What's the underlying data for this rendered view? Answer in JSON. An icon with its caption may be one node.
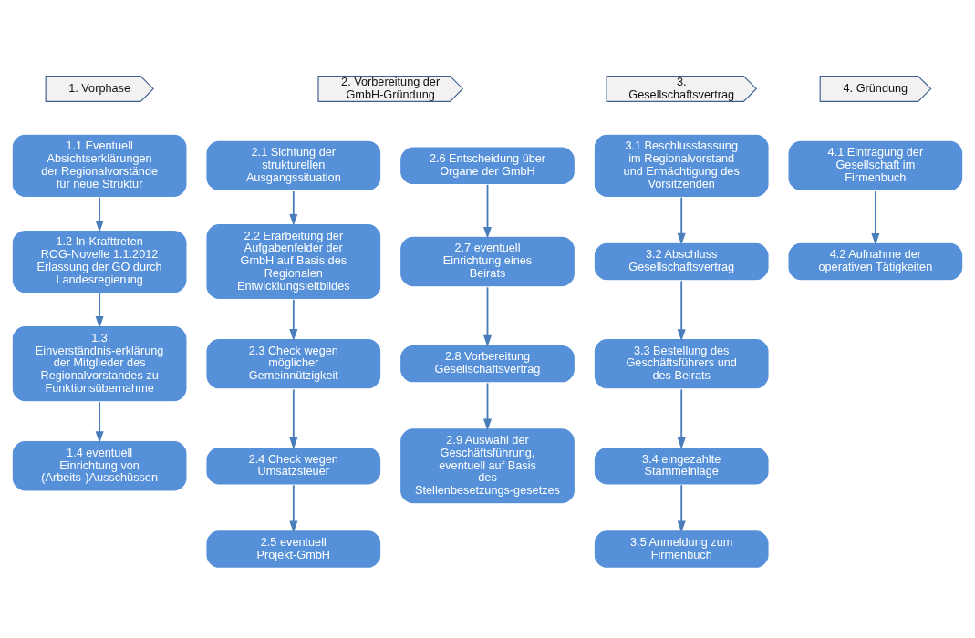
{
  "diagram": {
    "nodes": [
      {
        "text": [
          "1. Vorphase"
        ]
      },
      {
        "text": [
          "2. Vorbereitung der GmbH-Gründung"
        ]
      },
      {
        "text": [
          "3. Gesellschaftsvertrag"
        ]
      },
      {
        "text": [
          "4. Gründung"
        ]
      },
      {
        "text": [
          "1.1 Eventuell Absichtserklärungen der Regionalvorstände für neue Struktur"
        ]
      },
      {
        "text": [
          "1.2 In-Krafttreten ROG-Novelle 1.1.2012 Erlassung der GO durch Landesregierung"
        ]
      },
      {
        "text": [
          "1.3 Einverständnis-erklärung der Mitglieder des Regionalvorstandes zu Funktionsübernahme"
        ]
      },
      {
        "text": [
          "1.4 eventuell Einrichtung von (Arbeits-)Ausschüssen"
        ]
      },
      {
        "text": [
          "2.1 Sichtung der strukturellen Ausgangssituation"
        ]
      },
      {
        "text": [
          "2.2 Erarbeitung der Aufgabenfelder der GmbH auf Basis des Regionalen Entwicklungsleitbildes"
        ]
      },
      {
        "text": [
          "2.3 Check wegen möglicher Gemeinnützigkeit"
        ]
      },
      {
        "text": [
          "2.4 Check wegen Umsatzsteuer"
        ]
      },
      {
        "text": [
          "2.5 eventuell Projekt-GmbH"
        ]
      },
      {
        "text": [
          "2.6 Entscheidung über Organe der GmbH"
        ]
      },
      {
        "text": [
          "2.7 eventuell Einrichtung eines Beirats"
        ]
      },
      {
        "text": [
          "2.8 Vorbereitung Gesellschaftsvertrag"
        ]
      },
      {
        "text": [
          "2.9 Auswahl der Geschäftsführung, eventuell auf Basis des Stellenbesetzungs-gesetzes"
        ]
      },
      {
        "text": [
          "3.1 Beschlussfassung im Regionalvorstand und Ermächtigung des Vorsitzenden"
        ]
      },
      {
        "text": [
          "3.2 Abschluss Gesellschaftsvertrag"
        ]
      },
      {
        "text": [
          "3.3 Bestellung des Geschäftsführers und des Beirats"
        ]
      },
      {
        "text": [
          "3.4 eingezahlte Stammeinlage"
        ]
      },
      {
        "text": [
          "3.5 Anmeldung zum Firmenbuch"
        ]
      },
      {
        "text": [
          "4.1 Eintragung der Gesellschaft im Firmenbuch"
        ]
      },
      {
        "text": [
          "4.2 Aufnahme der operativen Tätigkeiten"
        ]
      }
    ],
    "edges": [
      {
        "from": 4,
        "to": 5,
        "arrow": "to"
      },
      {
        "from": 5,
        "to": 6,
        "arrow": "to"
      },
      {
        "from": 6,
        "to": 7,
        "arrow": "to"
      },
      {
        "from": 8,
        "to": 9,
        "arrow": "to"
      },
      {
        "from": 9,
        "to": 10,
        "arrow": "to"
      },
      {
        "from": 10,
        "to": 11,
        "arrow": "to"
      },
      {
        "from": 11,
        "to": 12,
        "arrow": "to"
      },
      {
        "from": 13,
        "to": 14,
        "arrow": "to"
      },
      {
        "from": 14,
        "to": 15,
        "arrow": "to"
      },
      {
        "from": 15,
        "to": 16,
        "arrow": "to"
      },
      {
        "from": 17,
        "to": 18,
        "arrow": "to"
      },
      {
        "from": 18,
        "to": 19,
        "arrow": "to"
      },
      {
        "from": 19,
        "to": 20,
        "arrow": "to"
      },
      {
        "from": 20,
        "to": 21,
        "arrow": "to"
      },
      {
        "from": 22,
        "to": 23,
        "arrow": "to"
      }
    ]
  }
}
